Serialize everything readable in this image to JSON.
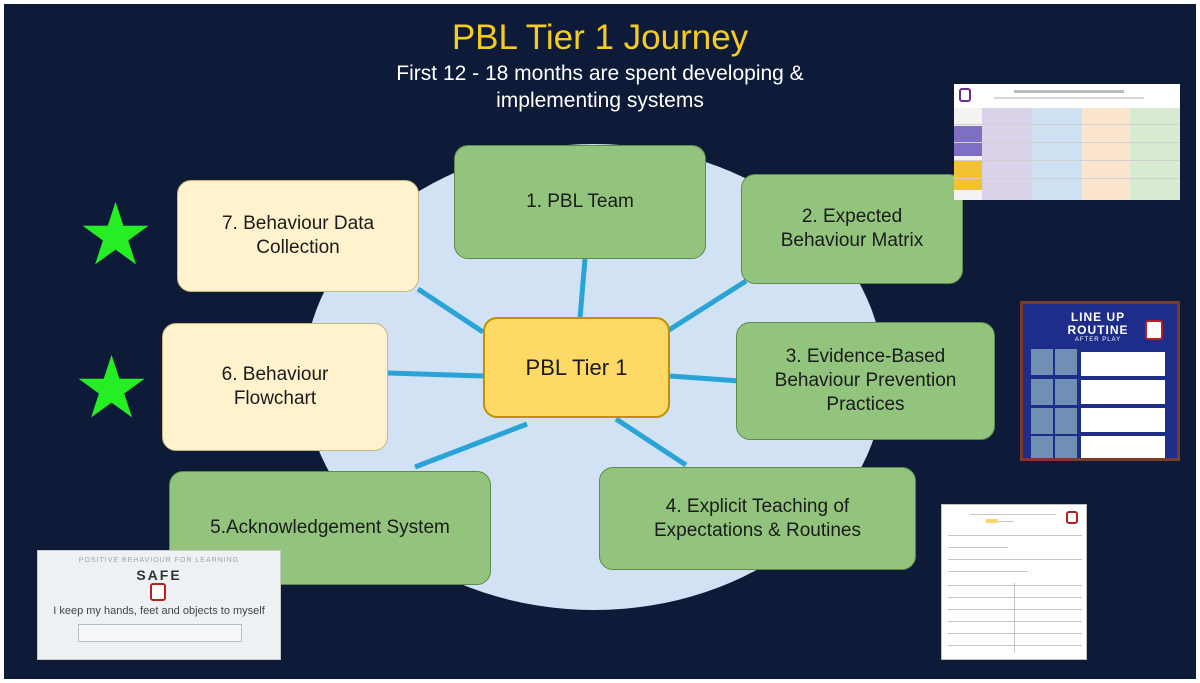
{
  "slide": {
    "title": "PBL Tier 1 Journey",
    "subtitle_line1": "First 12 - 18 months are spent developing &",
    "subtitle_line2": "implementing systems",
    "center": "PBL Tier 1",
    "nodes": {
      "n1": "1. PBL Team",
      "n2_line1": "2. Expected",
      "n2_line2": "Behaviour Matrix",
      "n3_line1": "3. Evidence-Based",
      "n3_line2": "Behaviour Prevention",
      "n3_line3": "Practices",
      "n4_line1": "4. Explicit Teaching of",
      "n4_line2": "Expectations & Routines",
      "n5": "5.Acknowledgement System",
      "n6_line1": "6. Behaviour",
      "n6_line2": "Flowchart",
      "n7_line1": "7. Behaviour Data",
      "n7_line2": "Collection"
    },
    "stars": [
      "star-icon",
      "star-icon"
    ]
  },
  "thumbnails": {
    "lineup_title1": "LINE UP",
    "lineup_title2": "ROUTINE",
    "lineup_title3": "AFTER PLAY",
    "safe_header": "POSITIVE BEHAVIOUR FOR LEARNING",
    "safe_title": "SAFE",
    "safe_text": "I keep my hands, feet and objects to myself"
  },
  "colors": {
    "background": "#0d1b38",
    "title": "#f7cc1c",
    "hub": "#d2e2f5",
    "connector": "#2aa3d6",
    "green_box": "#93c47d",
    "cream_box": "#fff2cc",
    "center_box": "#ffd966",
    "star": "#25ee25"
  }
}
